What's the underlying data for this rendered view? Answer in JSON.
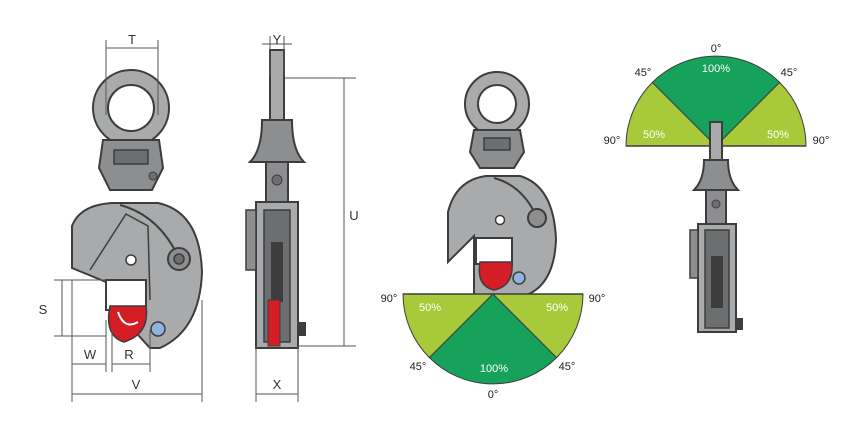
{
  "colors": {
    "body": "#a9aaab",
    "body_dark": "#6d6e70",
    "outline": "#3d3d3d",
    "jaw": "#d41d25",
    "pin": "#8fb4df",
    "sector_light": "#a8c93a",
    "sector_green": "#16a25a",
    "dim_line": "#555555"
  },
  "front_view": {
    "dim_T": "T",
    "dim_S": "S",
    "dim_W": "W",
    "dim_R": "R",
    "dim_V": "V"
  },
  "side_view": {
    "dim_Y": "Y",
    "dim_U": "U",
    "dim_X": "X"
  },
  "horizontal_lift": {
    "sectors": {
      "left_label": "50%",
      "center_label": "100%",
      "right_label": "50%"
    },
    "angles": {
      "left": "90°",
      "right": "90°",
      "lower_left": "45°",
      "lower_right": "45°",
      "bottom": "0°"
    }
  },
  "vertical_lift": {
    "sectors": {
      "left_label": "50%",
      "center_label": "100%",
      "right_label": "50%"
    },
    "angles": {
      "top": "0°",
      "upper_left": "45°",
      "upper_right": "45°",
      "left": "90°",
      "right": "90°"
    }
  }
}
